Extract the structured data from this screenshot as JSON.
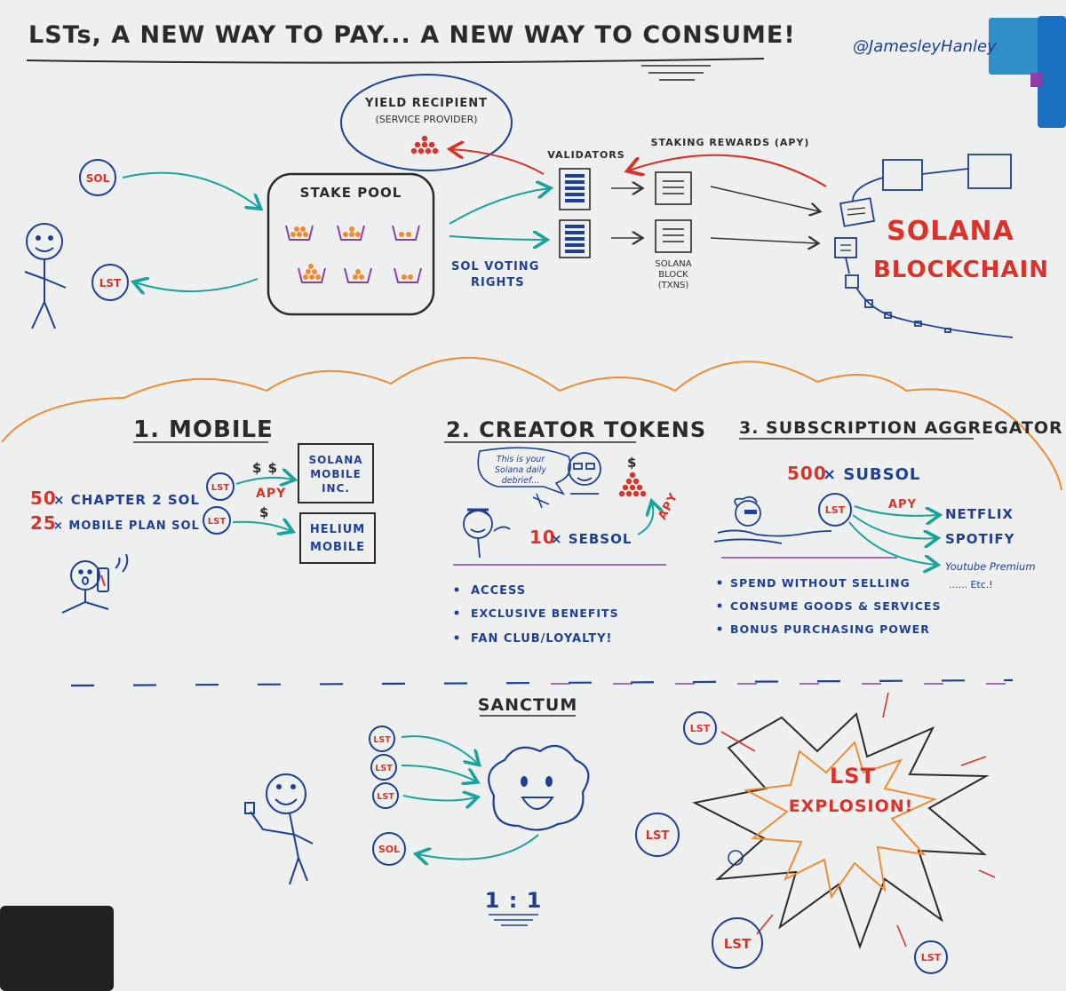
{
  "title": "LSTs, A NEW WAY TO PAY... A NEW WAY TO CONSUME!",
  "handle": "@JamesleyHanley",
  "colors": {
    "board": "#eef0ef",
    "blue": "#1f3f94",
    "red": "#d9332b",
    "teal": "#1aa39a",
    "orange": "#f08a33",
    "purple": "#8a3fa8",
    "black": "#2b2b2b"
  },
  "top": {
    "sol_coin": "SOL",
    "lst_coin": "LST",
    "stake_pool": "STAKE POOL",
    "yield_recipient": "YIELD RECIPIENT",
    "service_provider": "(SERVICE PROVIDER)",
    "validators": "VALIDATORS",
    "staking_rewards": "STAKING REWARDS (APY)",
    "sol_voting": "SOL VOTING",
    "rights": "RIGHTS",
    "solana_block_1": "SOLANA",
    "solana_block_2": "BLOCK",
    "solana_block_3": "(TXNS)",
    "solana_big": "SOLANA",
    "blockchain_big": "BLOCKCHAIN"
  },
  "mobile": {
    "heading": "1. MOBILE",
    "line1_count": "50",
    "line1_text": "× CHAPTER 2 SOL",
    "line2_count": "25",
    "line2_text": "× MOBILE PLAN SOL",
    "lst1": "LST",
    "lst2": "LST",
    "dollars1": "$ $",
    "apy": "APY",
    "dollars2": "$",
    "box1_line1": "SOLANA",
    "box1_line2": "MOBILE",
    "box1_line3": "INC.",
    "box2_line1": "HELIUM",
    "box2_line2": "MOBILE"
  },
  "creator": {
    "heading": "2. CREATOR TOKENS",
    "speech1": "This is your",
    "speech2": "Solana daily",
    "speech3": "debrief...",
    "dollar": "$",
    "apy": "APY",
    "count": "10",
    "token": "× SEBSOL",
    "bullets": [
      "ACCESS",
      "EXCLUSIVE BENEFITS",
      "FAN CLUB/LOYALTY!"
    ]
  },
  "subscription": {
    "heading": "3. SUBSCRIPTION AGGREGATOR",
    "count": "500",
    "token": "× SUBSOL",
    "lst": "LST",
    "apy": "APY",
    "services": [
      "NETFLIX",
      "SPOTIFY",
      "Youtube Premium",
      "...... Etc.!"
    ],
    "bullets": [
      "SPEND WITHOUT SELLING",
      "CONSUME GOODS & SERVICES",
      "BONUS PURCHASING POWER"
    ]
  },
  "sanctum": {
    "heading": "SANCTUM",
    "lst_in": [
      "LST",
      "LST",
      "LST"
    ],
    "sol_out": "SOL",
    "ratio": "1 : 1"
  },
  "explosion": {
    "line1": "LST",
    "line2": "EXPLOSION!",
    "coins": [
      "LST",
      "LST",
      "LST",
      "LST"
    ]
  }
}
